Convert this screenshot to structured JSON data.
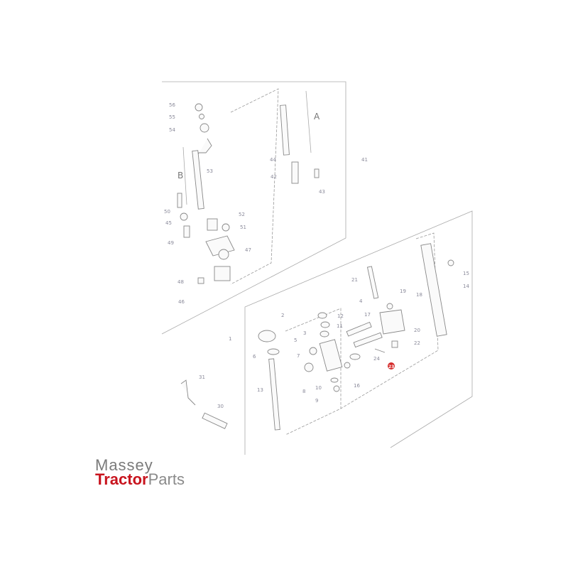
{
  "diagram": {
    "upper_labels": [
      "56",
      "55",
      "54",
      "53",
      "B",
      "50",
      "45",
      "49",
      "52",
      "51",
      "47",
      "48",
      "46",
      "44",
      "42",
      "43",
      "A",
      "41"
    ],
    "lower_labels": [
      "21",
      "19",
      "18",
      "15",
      "14",
      "4",
      "17",
      "12",
      "11",
      "2",
      "3",
      "20",
      "22",
      "5",
      "1",
      "6",
      "24",
      "23",
      "7",
      "16",
      "10",
      "8",
      "9",
      "13",
      "31",
      "30"
    ],
    "highlighted_part": "23",
    "highlight_color": "#d42a2a"
  },
  "logo": {
    "line1": "Massey",
    "line2a": "Tractor",
    "line2b": "Parts",
    "brand_red": "#c8141e"
  }
}
